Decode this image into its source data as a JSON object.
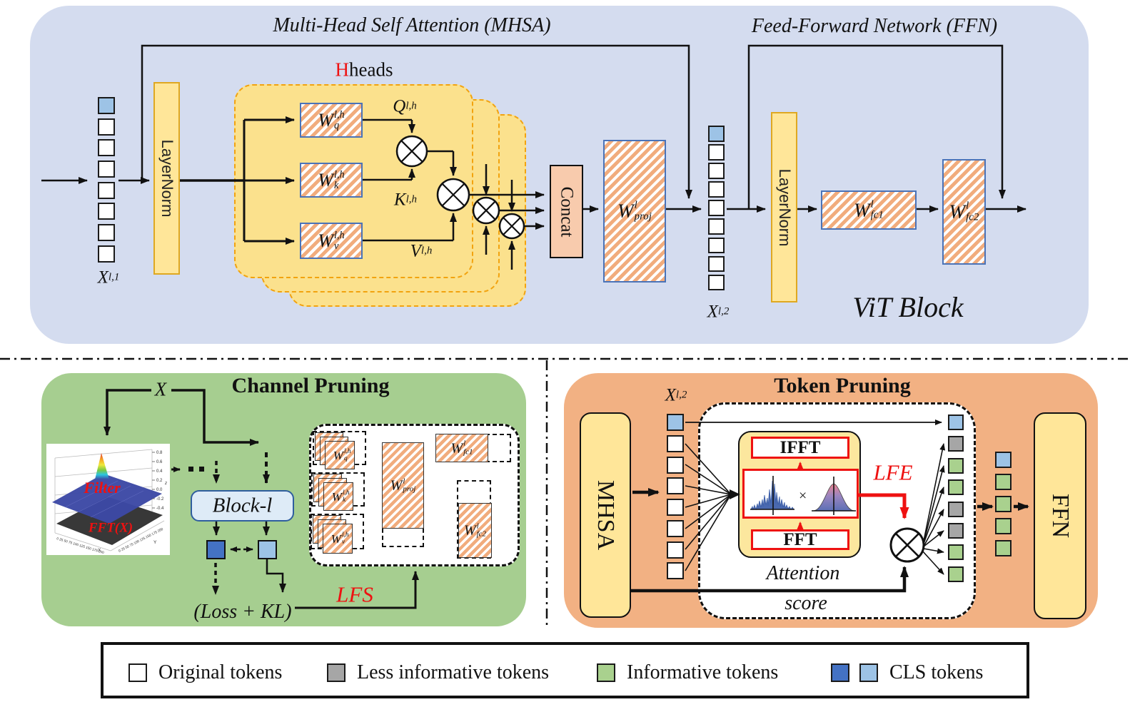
{
  "top": {
    "mhsa_title": "Multi-Head Self Attention (MHSA)",
    "ffn_title": "Feed-Forward Network (FFN)",
    "vit_block": "ViT Block",
    "h_red": "H",
    "h_rest": " heads",
    "layernorm": "LayerNorm",
    "concat": "Concat"
  },
  "math": {
    "x_l1": {
      "b": "X",
      "p": "l,1"
    },
    "x_l2": {
      "b": "X",
      "p": "l,2"
    },
    "q": {
      "b": "Q",
      "s": "l,h"
    },
    "k": {
      "b": "K",
      "s": "l,h"
    },
    "v": {
      "b": "V",
      "s": "l,h"
    },
    "wq": {
      "b": "W",
      "p": "l,h",
      "s": "q"
    },
    "wk": {
      "b": "W",
      "p": "l,h",
      "s": "k"
    },
    "wv": {
      "b": "W",
      "p": "l,h",
      "s": "v"
    },
    "wproj": {
      "b": "W",
      "p": "l",
      "s": "proj"
    },
    "wfc1": {
      "b": "W",
      "p": "l",
      "s": "fc1"
    },
    "wfc2": {
      "b": "W",
      "p": "l",
      "s": "fc2"
    }
  },
  "channel": {
    "title": "Channel Pruning",
    "x": "X",
    "filter": "Filter",
    "fft_x": "FFT(X)",
    "block": "Block-l",
    "loss": "(Loss + KL)",
    "lfs": "LFS",
    "plot": {
      "z_ticks": [
        "0.8",
        "0.6",
        "0.4",
        "0.2",
        "0.0",
        "-0.2",
        "-0.4"
      ],
      "z_label": "z",
      "x_label": "X",
      "y_label": "Y",
      "x_ticks": "0 25 50 75 100 125 150 175 200",
      "y_ticks": "0 25 50 75 100 125 150 175 200"
    }
  },
  "token": {
    "title": "Token Pruning",
    "mhsa": "MHSA",
    "ffn": "FFN",
    "ifft": "IFFT",
    "fft": "FFT",
    "times": "×",
    "lfe": "LFE",
    "attention": "Attention",
    "score": "score"
  },
  "tokens": {
    "x_l1": [
      "cls",
      "orig",
      "orig",
      "orig",
      "orig",
      "orig",
      "orig",
      "orig"
    ],
    "x_l2_top": [
      "cls",
      "orig",
      "orig",
      "orig",
      "orig",
      "orig",
      "orig",
      "orig",
      "orig"
    ],
    "token_in": [
      "cls",
      "orig",
      "orig",
      "orig",
      "orig",
      "orig",
      "orig",
      "orig"
    ],
    "token_pruned": [
      "cls",
      "less",
      "info",
      "info",
      "less",
      "less",
      "info",
      "info"
    ],
    "token_kept": [
      "cls",
      "info",
      "info",
      "info",
      "info"
    ]
  },
  "legend": {
    "items": [
      {
        "sw": [
          "orig"
        ],
        "label": "Original tokens"
      },
      {
        "sw": [
          "less"
        ],
        "label": "Less informative tokens"
      },
      {
        "sw": [
          "info"
        ],
        "label": "Informative tokens"
      },
      {
        "sw": [
          "cls-dark",
          "cls"
        ],
        "label": "CLS tokens"
      }
    ]
  },
  "colors": {
    "panel_blue": "#D4DCEF",
    "panel_green": "#A6CE90",
    "panel_orange": "#F2B183",
    "box_yellow": "#FFE699",
    "heads_yellow": "#FBE18D",
    "hatch_stripe": "#F1AC7D",
    "hatch_border": "#4A73B8",
    "concat_peach": "#F8CBAD",
    "block_blue": "#DEEBF7",
    "cls_light": "#9DC3E6",
    "cls_dark": "#4472C4",
    "informative_green": "#A9D18E",
    "less_informative_gray": "#A6A6A6",
    "accent_red": "#EE1111"
  }
}
